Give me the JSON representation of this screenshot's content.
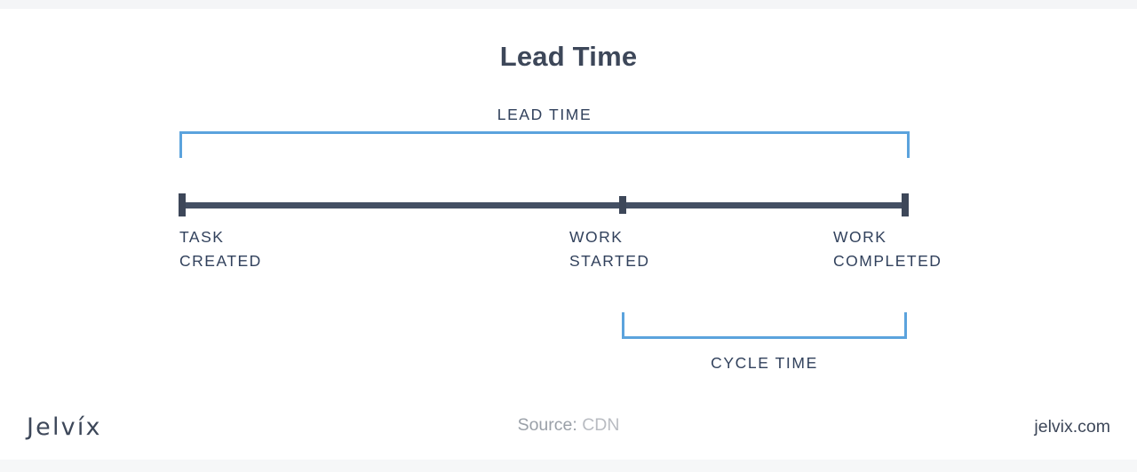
{
  "chart_data": {
    "type": "diagram",
    "title": "Lead Time",
    "description": "Horizontal timeline showing three milestones with a Lead Time span bracket above and a Cycle Time span bracket below.",
    "milestones": [
      {
        "id": "task-created",
        "label": "TASK\nCREATED",
        "position_pct": 0
      },
      {
        "id": "work-started",
        "label": "WORK\nSTARTED",
        "position_pct": 61
      },
      {
        "id": "work-completed",
        "label": "WORK\nCOMPLETED",
        "position_pct": 100
      }
    ],
    "spans": [
      {
        "id": "lead-time",
        "label": "LEAD TIME",
        "from": "task-created",
        "to": "work-completed",
        "side": "above"
      },
      {
        "id": "cycle-time",
        "label": "CYCLE TIME",
        "from": "work-started",
        "to": "work-completed",
        "side": "below"
      }
    ],
    "colors": {
      "bracket": "#5ba3dd",
      "timeline": "#434f63",
      "text": "#31415c",
      "title": "#3d4759",
      "source": "#b9bcc2",
      "background": "#ffffff"
    }
  },
  "header": {
    "title": "Lead Time"
  },
  "spans": {
    "lead_time_label": "LEAD TIME",
    "cycle_time_label": "CYCLE TIME"
  },
  "milestones": {
    "task_created": "TASK\nCREATED",
    "work_started": "WORK\nSTARTED",
    "work_completed": "WORK\nCOMPLETED"
  },
  "footer": {
    "logo": "Jelvíx",
    "source_word": "Source:",
    "source_value": "CDN",
    "website": "jelvix.com"
  }
}
